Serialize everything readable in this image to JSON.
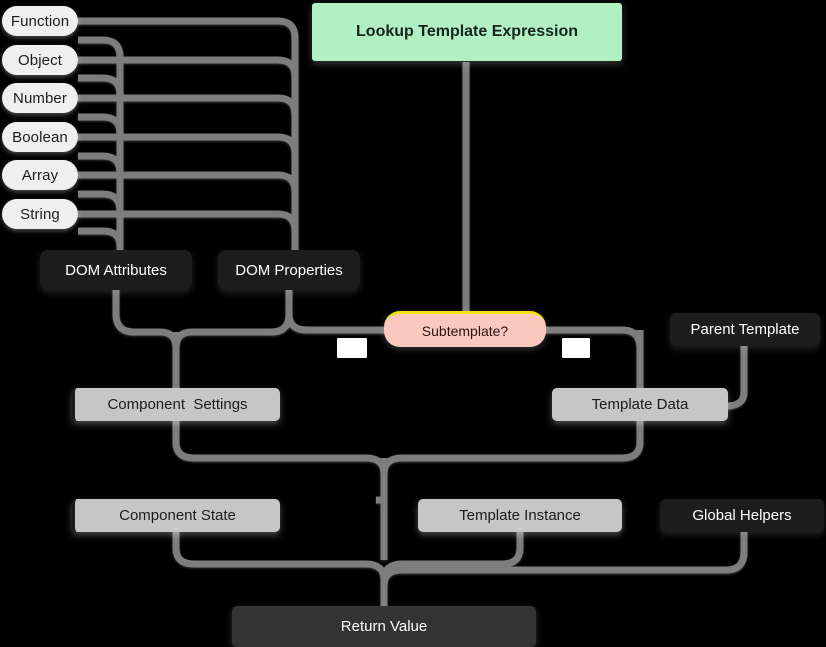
{
  "diagram": {
    "title": "Lookup Template Expression",
    "background": "#000000",
    "edge_color": "#7d7d7d",
    "colors": {
      "start_node": "#b0f0c3",
      "dark_node": "#1d1d1d",
      "grey_node": "#c6c6c6",
      "pill_node": "#efefef",
      "decision_node": "#fbc8c0",
      "decision_accent": "#f4e206",
      "return_node": "#333333",
      "edge": "#7d7d7d"
    }
  },
  "nodes": {
    "start": {
      "label": "Lookup Template Expression",
      "shape": "rect",
      "style": "green"
    },
    "types": [
      {
        "label": "Function",
        "shape": "pill"
      },
      {
        "label": "Object",
        "shape": "pill"
      },
      {
        "label": "Number",
        "shape": "pill"
      },
      {
        "label": "Boolean",
        "shape": "pill"
      },
      {
        "label": "Array",
        "shape": "pill"
      },
      {
        "label": "String",
        "shape": "pill"
      }
    ],
    "dom_attributes": {
      "label": "DOM Attributes",
      "style": "dark"
    },
    "dom_properties": {
      "label": "DOM Properties",
      "style": "dark"
    },
    "subtemplate": {
      "label": "Subtemplate?",
      "style": "decision"
    },
    "parent_template": {
      "label": "Parent Template",
      "style": "dark"
    },
    "component_settings": {
      "label": "Component  Settings",
      "style": "grey"
    },
    "template_data": {
      "label": "Template Data",
      "style": "grey"
    },
    "component_state": {
      "label": "Component State",
      "style": "grey"
    },
    "template_instance": {
      "label": "Template Instance",
      "style": "grey"
    },
    "global_helpers": {
      "label": "Global Helpers",
      "style": "dark"
    },
    "return_value": {
      "label": "Return Value",
      "style": "return"
    }
  },
  "edge_labels": [
    {
      "text": "",
      "name": "edge-label-left"
    },
    {
      "text": "",
      "name": "edge-label-right"
    }
  ]
}
